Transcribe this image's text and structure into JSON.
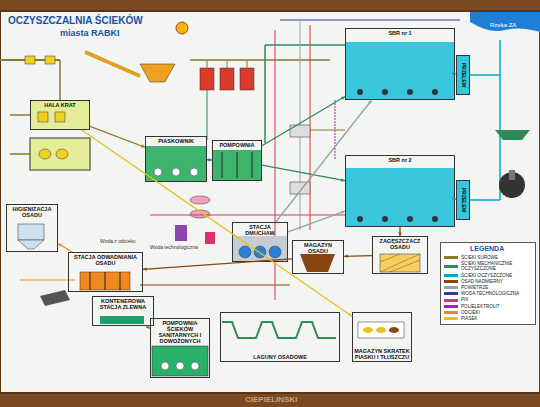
{
  "diagram": {
    "title": "OCZYSZCZALNIA ŚCIEKÓW",
    "nodes": [
      {
        "text": [
          "HALA KRAT"
        ]
      },
      {
        "text": [
          "PIASKOWNIK"
        ]
      },
      {
        "text": [
          "POMPOWNIA"
        ]
      },
      {
        "text": [
          "SBR nr 1"
        ]
      },
      {
        "text": [
          "SBR nr 2"
        ]
      },
      {
        "text": [
          "PRZELEW"
        ]
      },
      {
        "text": [
          "PRZELEW"
        ]
      },
      {
        "text": [
          "STACJA DMUCHAW"
        ]
      },
      {
        "text": [
          "MAGAZYN OSADU"
        ]
      },
      {
        "text": [
          "ZAGĘSZCZACZ OSADU"
        ]
      },
      {
        "text": [
          "HIGIENIZACJA OSADU"
        ]
      },
      {
        "text": [
          "STACJA ODWADNIANIA OSADU"
        ]
      },
      {
        "text": [
          "KONTENEROWA STACJA ZLEWNA"
        ]
      },
      {
        "text": [
          "POMPOWNIA ŚCIEKÓW SANITARNYCH I DOWOŻONYCH"
        ]
      },
      {
        "text": [
          "LAGUNY OSADOWE"
        ]
      },
      {
        "text": [
          "MAGAZYN SKRATEK PIASKU I TŁUSZCZU"
        ]
      }
    ],
    "edges": [
      {
        "from": 0,
        "to": 1,
        "arrow": "to"
      },
      {
        "from": 1,
        "to": 2,
        "arrow": "to"
      },
      {
        "from": 2,
        "to": 3,
        "arrow": "to"
      },
      {
        "from": 2,
        "to": 4,
        "arrow": "to"
      },
      {
        "from": 3,
        "to": 5,
        "arrow": "to"
      },
      {
        "from": 4,
        "to": 6,
        "arrow": "to"
      },
      {
        "from": 7,
        "to": 3,
        "arrow": "to"
      },
      {
        "from": 7,
        "to": 4,
        "arrow": "to"
      },
      {
        "from": 4,
        "to": 9,
        "arrow": "to"
      },
      {
        "from": 9,
        "to": 8,
        "arrow": "to"
      },
      {
        "from": 8,
        "to": 11,
        "arrow": "to"
      },
      {
        "from": 11,
        "to": 10,
        "arrow": "to"
      },
      {
        "from": 12,
        "to": 13,
        "arrow": "to"
      },
      {
        "from": 0,
        "to": 15,
        "arrow": "to"
      }
    ],
    "labels": [
      "miasta RABKI",
      "Rzeka ZA",
      "Woda z odcieku",
      "Woda technologiczna",
      "LEGENDA",
      "CIEPIELINSKI"
    ],
    "legend": [
      {
        "text": "ŚCIEKI SUROWE",
        "color": "#8a7a2a"
      },
      {
        "text": "ŚCIEKI MECHANICZNIE OCZYSZCZONE",
        "color": "#2e8b57"
      },
      {
        "text": "ŚCIEKI OCZYSZCZONE",
        "color": "#00a8c8"
      },
      {
        "text": "OSAD NADMIERNY",
        "color": "#8b4513"
      },
      {
        "text": "POWIETRZE",
        "color": "#9aa0a6"
      },
      {
        "text": "WODA TECHNOLOGICZNA",
        "color": "#2a3fa0"
      },
      {
        "text": "PIX",
        "color": "#e0306a"
      },
      {
        "text": "POLIELEKTROLIT",
        "color": "#9c27b0"
      },
      {
        "text": "ODCIEKI",
        "color": "#f08a20"
      },
      {
        "text": "PIASEK",
        "color": "#e8c020"
      }
    ]
  }
}
